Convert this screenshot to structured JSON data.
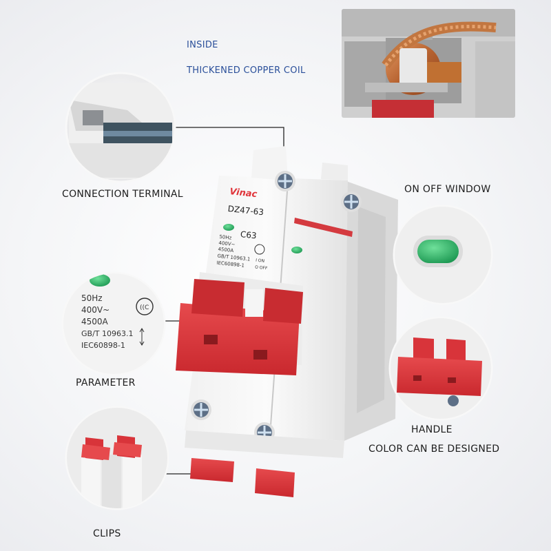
{
  "labels": {
    "inside": "INSIDE",
    "copper_coil": "THICKENED COPPER COIL",
    "connection_terminal": "CONNECTION TERMINAL",
    "on_off_window": "ON OFF WINDOW",
    "parameter": "PARAMETER",
    "handle": "HANDLE",
    "color_designed": "COLOR CAN BE DESIGNED",
    "clips": "CLIPS"
  },
  "breaker": {
    "brand": "Vinac",
    "model": "DZ47-63",
    "rating": "C63",
    "freq": "50Hz",
    "voltage": "400V~",
    "capacity": "4500A",
    "std1": "GB/T 10963.1",
    "std2": "IEC60898-1",
    "on": "I ON",
    "off": "O OFF"
  },
  "parameter_zoom": {
    "freq": "50Hz",
    "voltage": "400V~",
    "capacity": "4500A",
    "std1": "GB/T 10963.1",
    "std2": "IEC60898-1"
  },
  "colors": {
    "handle_red": "#d8343a",
    "indicator_green": "#1fa85a",
    "accent_red": "#e0353b",
    "label_blue": "#2a4f9a"
  }
}
